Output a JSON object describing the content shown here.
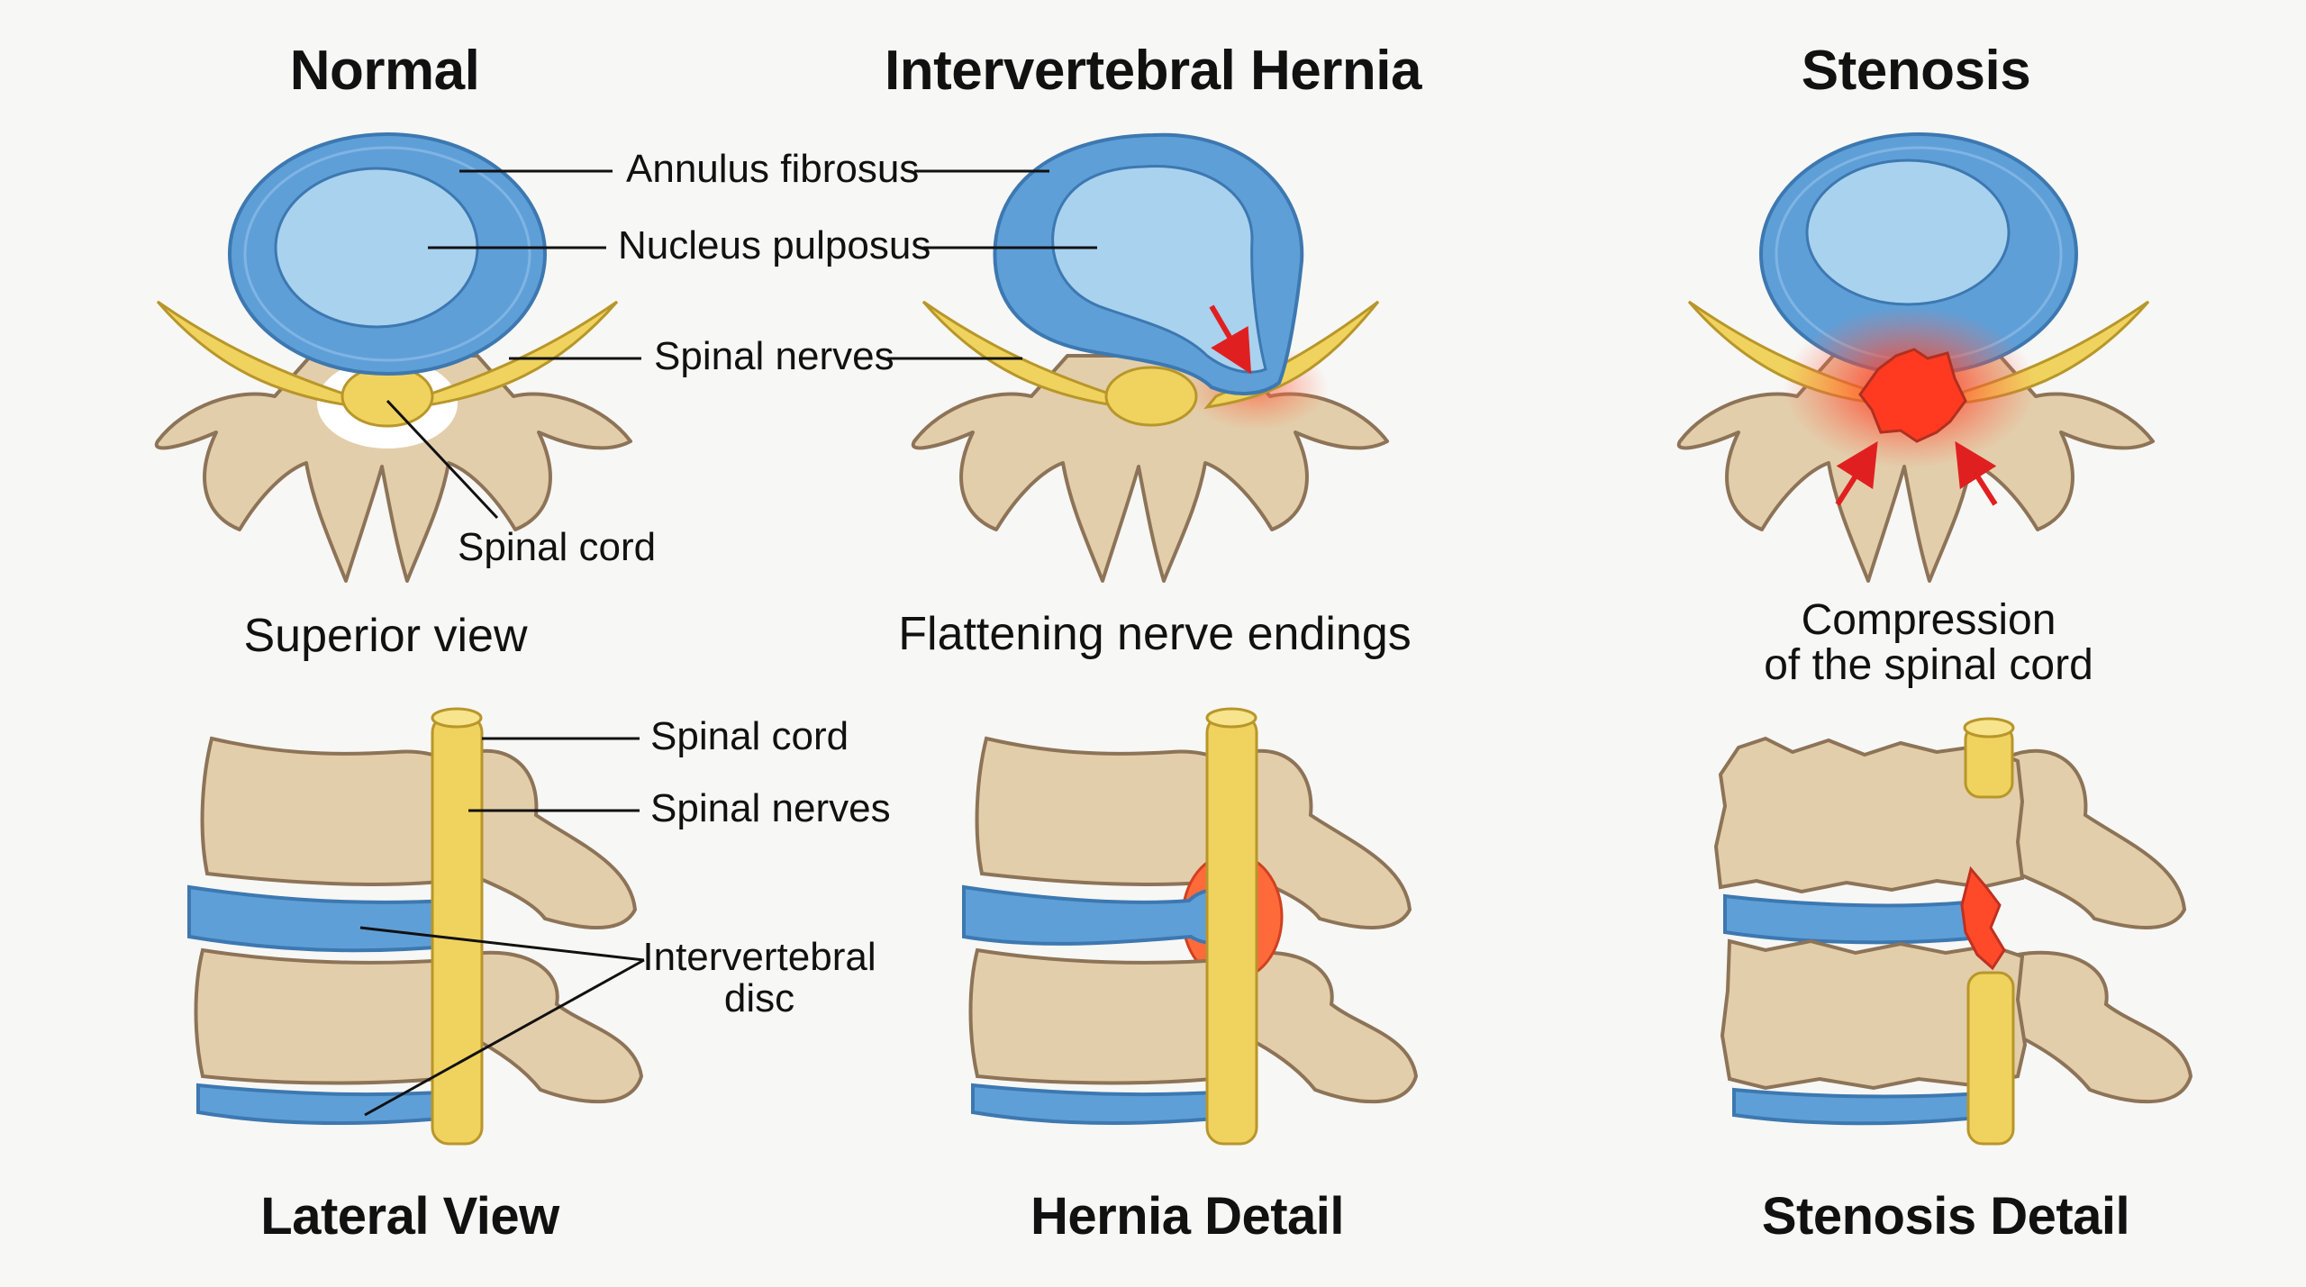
{
  "headings": {
    "normal": "Normal",
    "hernia": "Intervertebral Hernia",
    "stenosis": "Stenosis"
  },
  "labels": {
    "annulus": "Annulus fibrosus",
    "nucleus": "Nucleus pulposus",
    "spinal_nerves_top": "Spinal nerves",
    "spinal_cord_top": "Spinal cord",
    "spinal_cord_side": "Spinal cord",
    "spinal_nerves_side": "Spinal nerves",
    "intervertebral_disc_1": "Intervertebral",
    "intervertebral_disc_2": "disc"
  },
  "captions": {
    "superior": "Superior view",
    "flattening": "Flattening nerve endings",
    "compression_1": "Compression",
    "compression_2": "of the spinal cord",
    "lateral": "Lateral View",
    "hernia_detail": "Hernia Detail",
    "stenosis_detail": "Stenosis Detail"
  },
  "colors": {
    "background": "#f7f7f5",
    "bone": "#e3ceab",
    "bone_outline": "#8d7357",
    "disc_outer": "#5f9fd8",
    "disc_inner": "#a9d2ef",
    "nerve": "#f0d35e",
    "nerve_outline": "#b8962a",
    "inflammation": "#e8452a",
    "arrow": "#e02020",
    "leader": "#111111"
  }
}
